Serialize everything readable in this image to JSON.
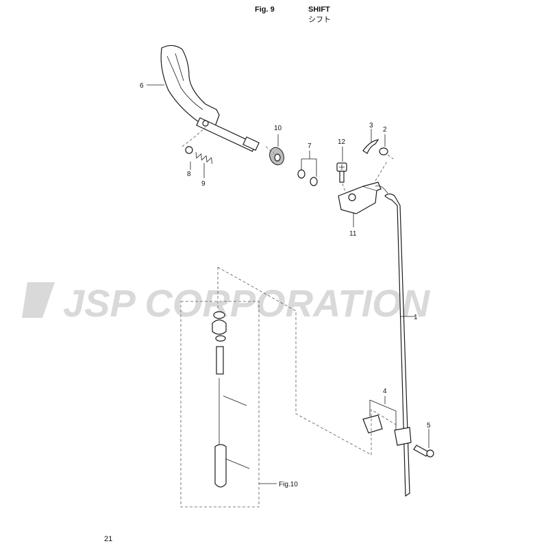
{
  "header": {
    "fig_label": "Fig. 9",
    "title_en": "SHIFT",
    "title_jp": "シフト"
  },
  "watermark": "JSP CORPORATION",
  "callouts": {
    "p1": "1",
    "p2": "2",
    "p3": "3",
    "p4": "4",
    "p5": "5",
    "p6": "6",
    "p7": "7",
    "p8": "8",
    "p9": "9",
    "p10": "10",
    "p11": "11",
    "p12": "12"
  },
  "ref_label": "Fig.10",
  "page_number": "21"
}
